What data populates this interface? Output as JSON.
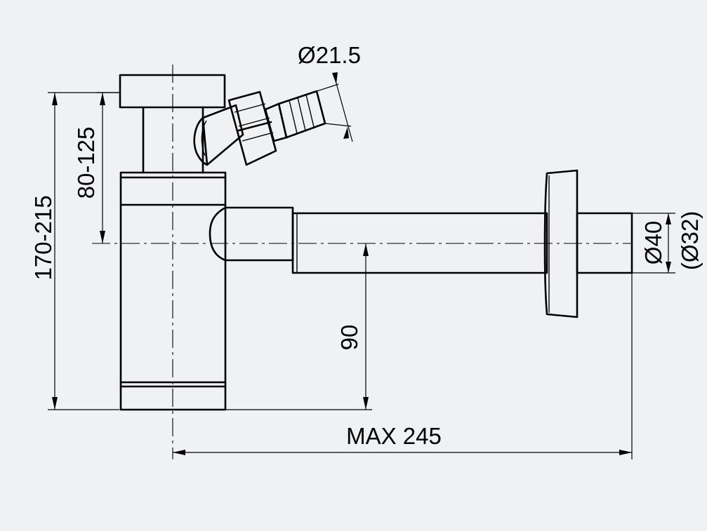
{
  "diagram": {
    "background": "#f0f1f3",
    "line_color": "#000000",
    "dimensions": {
      "overall_height": "170-215",
      "inlet_height": "80-125",
      "outlet_height": "90",
      "max_length": "MAX 245",
      "hose_connector": "Ø21.5",
      "outlet_diameter": "Ø40",
      "outlet_diameter_alt": "(Ø32)"
    }
  }
}
